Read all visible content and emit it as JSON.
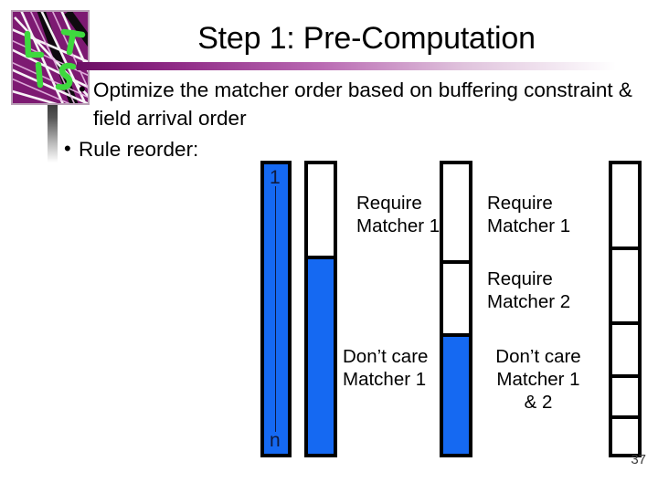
{
  "slide": {
    "title": "Step 1: Pre-Computation",
    "page_number": "37",
    "accent_color": "#7d1a72",
    "bar_fill_color": "#1569f2",
    "bullets": [
      {
        "marker": "•",
        "text": "Optimize the matcher order based on buffering constraint & field arrival order"
      },
      {
        "marker": "•",
        "text": "Rule reorder:"
      }
    ]
  },
  "logo": {
    "alt": "LIST logo",
    "letters": [
      "L",
      "I",
      "S",
      "T"
    ],
    "background_color": "#7d1a72"
  },
  "diagram": {
    "type": "rule-reorder-bars",
    "bars": [
      {
        "name": "rule-list-bar",
        "top_label": "1",
        "bottom_label": "n",
        "segments": [
          {
            "fill": "blue",
            "height_pct": 100
          }
        ]
      },
      {
        "name": "matcher1-bar",
        "segments": [
          {
            "fill": "white",
            "height_pct": 31
          },
          {
            "fill": "blue",
            "height_pct": 69
          }
        ]
      },
      {
        "name": "matcher1-2-bar",
        "segments": [
          {
            "fill": "white",
            "height_pct": 33
          },
          {
            "fill": "white",
            "height_pct": 25
          },
          {
            "fill": "blue",
            "height_pct": 42
          }
        ]
      },
      {
        "name": "partitioned-bar",
        "segments": [
          {
            "fill": "white",
            "height_pct": 28
          },
          {
            "fill": "white",
            "height_pct": 25
          },
          {
            "fill": "white",
            "height_pct": 18
          },
          {
            "fill": "white",
            "height_pct": 14
          },
          {
            "fill": "white",
            "height_pct": 15
          }
        ]
      }
    ],
    "notes": [
      {
        "name": "note-require-matcher-1-col2",
        "text": "Require\nMatcher 1"
      },
      {
        "name": "note-dont-care-matcher-1-col2",
        "text": "Don’t care\nMatcher 1"
      },
      {
        "name": "note-require-matcher-1-col3",
        "text": "Require\nMatcher 1"
      },
      {
        "name": "note-require-matcher-2-col3",
        "text": "Require\nMatcher 2"
      },
      {
        "name": "note-dont-care-matcher-1-2-col3",
        "text": "Don’t care\nMatcher 1\n& 2"
      }
    ]
  }
}
